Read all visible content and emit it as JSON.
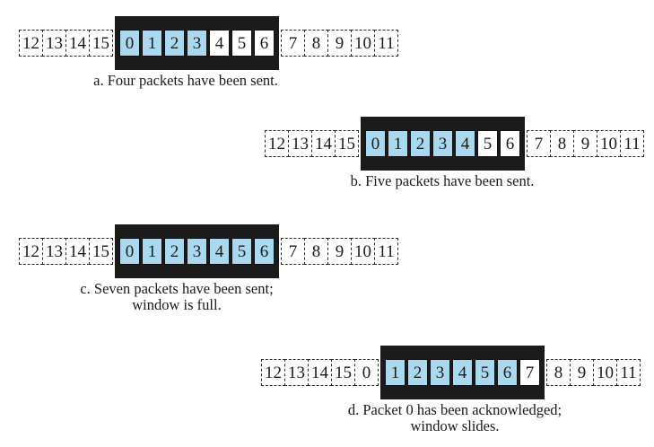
{
  "colors": {
    "sent_fill": "#A9D8EF",
    "unsent_fill": "#FFFFFF",
    "window_frame": "#1B1B1B",
    "text": "#1A1A1A",
    "background": "#FFFFFF"
  },
  "rows": [
    {
      "id": "a",
      "caption_lines": [
        "a. Four packets have been sent."
      ],
      "cells": [
        {
          "label": "12",
          "state": "outside"
        },
        {
          "label": "13",
          "state": "outside"
        },
        {
          "label": "14",
          "state": "outside"
        },
        {
          "label": "15",
          "state": "outside"
        },
        {
          "label": "0",
          "state": "sent"
        },
        {
          "label": "1",
          "state": "sent"
        },
        {
          "label": "2",
          "state": "sent"
        },
        {
          "label": "3",
          "state": "sent"
        },
        {
          "label": "4",
          "state": "unsent"
        },
        {
          "label": "5",
          "state": "unsent"
        },
        {
          "label": "6",
          "state": "unsent"
        },
        {
          "label": "7",
          "state": "outside"
        },
        {
          "label": "8",
          "state": "outside"
        },
        {
          "label": "9",
          "state": "outside"
        },
        {
          "label": "10",
          "state": "outside"
        },
        {
          "label": "11",
          "state": "outside"
        }
      ]
    },
    {
      "id": "b",
      "caption_lines": [
        "b. Five packets have been sent."
      ],
      "cells": [
        {
          "label": "12",
          "state": "outside"
        },
        {
          "label": "13",
          "state": "outside"
        },
        {
          "label": "14",
          "state": "outside"
        },
        {
          "label": "15",
          "state": "outside"
        },
        {
          "label": "0",
          "state": "sent"
        },
        {
          "label": "1",
          "state": "sent"
        },
        {
          "label": "2",
          "state": "sent"
        },
        {
          "label": "3",
          "state": "sent"
        },
        {
          "label": "4",
          "state": "sent"
        },
        {
          "label": "5",
          "state": "unsent"
        },
        {
          "label": "6",
          "state": "unsent"
        },
        {
          "label": "7",
          "state": "outside"
        },
        {
          "label": "8",
          "state": "outside"
        },
        {
          "label": "9",
          "state": "outside"
        },
        {
          "label": "10",
          "state": "outside"
        },
        {
          "label": "11",
          "state": "outside"
        }
      ]
    },
    {
      "id": "c",
      "caption_lines": [
        "c. Seven packets have been sent;",
        "window is full."
      ],
      "cells": [
        {
          "label": "12",
          "state": "outside"
        },
        {
          "label": "13",
          "state": "outside"
        },
        {
          "label": "14",
          "state": "outside"
        },
        {
          "label": "15",
          "state": "outside"
        },
        {
          "label": "0",
          "state": "sent"
        },
        {
          "label": "1",
          "state": "sent"
        },
        {
          "label": "2",
          "state": "sent"
        },
        {
          "label": "3",
          "state": "sent"
        },
        {
          "label": "4",
          "state": "sent"
        },
        {
          "label": "5",
          "state": "sent"
        },
        {
          "label": "6",
          "state": "sent"
        },
        {
          "label": "7",
          "state": "outside"
        },
        {
          "label": "8",
          "state": "outside"
        },
        {
          "label": "9",
          "state": "outside"
        },
        {
          "label": "10",
          "state": "outside"
        },
        {
          "label": "11",
          "state": "outside"
        }
      ]
    },
    {
      "id": "d",
      "caption_lines": [
        "d. Packet 0 has been acknowledged;",
        "window slides."
      ],
      "cells": [
        {
          "label": "12",
          "state": "outside"
        },
        {
          "label": "13",
          "state": "outside"
        },
        {
          "label": "14",
          "state": "outside"
        },
        {
          "label": "15",
          "state": "outside"
        },
        {
          "label": "0",
          "state": "outside"
        },
        {
          "label": "1",
          "state": "sent"
        },
        {
          "label": "2",
          "state": "sent"
        },
        {
          "label": "3",
          "state": "sent"
        },
        {
          "label": "4",
          "state": "sent"
        },
        {
          "label": "5",
          "state": "sent"
        },
        {
          "label": "6",
          "state": "sent"
        },
        {
          "label": "7",
          "state": "unsent"
        },
        {
          "label": "8",
          "state": "outside"
        },
        {
          "label": "9",
          "state": "outside"
        },
        {
          "label": "10",
          "state": "outside"
        },
        {
          "label": "11",
          "state": "outside"
        }
      ]
    }
  ]
}
